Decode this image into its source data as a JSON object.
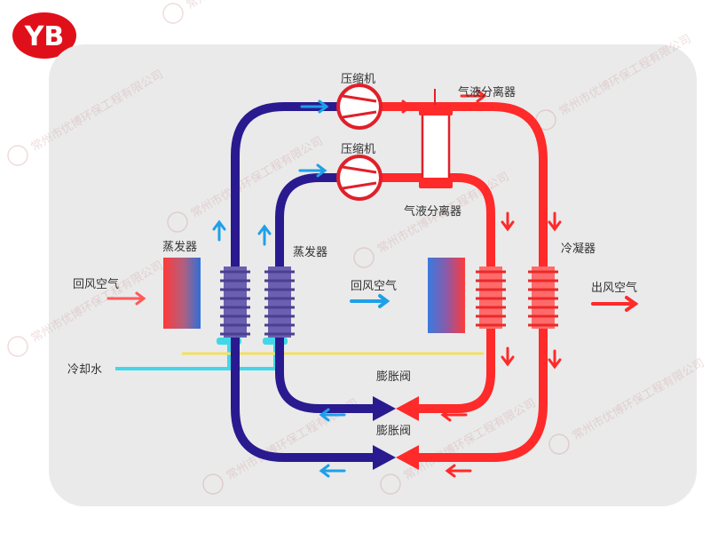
{
  "logo": {
    "text": "YB",
    "color": "#e0101a"
  },
  "watermark": {
    "text": "常州市优博环保工程有限公司",
    "mark": "YB"
  },
  "labels": {
    "compressor_top": "压缩机",
    "compressor_bottom": "压缩机",
    "separator_top": "气液分离器",
    "separator_bottom": "气液分离器",
    "evaporator_left": "蒸发器",
    "evaporator_mid": "蒸发器",
    "condenser_right": "冷凝器",
    "air_in": "回风空气",
    "air_mid": "回风空气",
    "air_out": "出风空气",
    "water": "冷却水",
    "valve_top": "膨胀阀",
    "valve_bottom": "膨胀阀"
  },
  "colors": {
    "hot": "#ff2a2a",
    "cold": "#2a1a90",
    "arrow_blue": "#1ea0e8",
    "water": "#40d8e8",
    "water_yellow": "#f2e060",
    "coil_blue": "#6a5fb0",
    "coil_red": "#ff5555"
  }
}
